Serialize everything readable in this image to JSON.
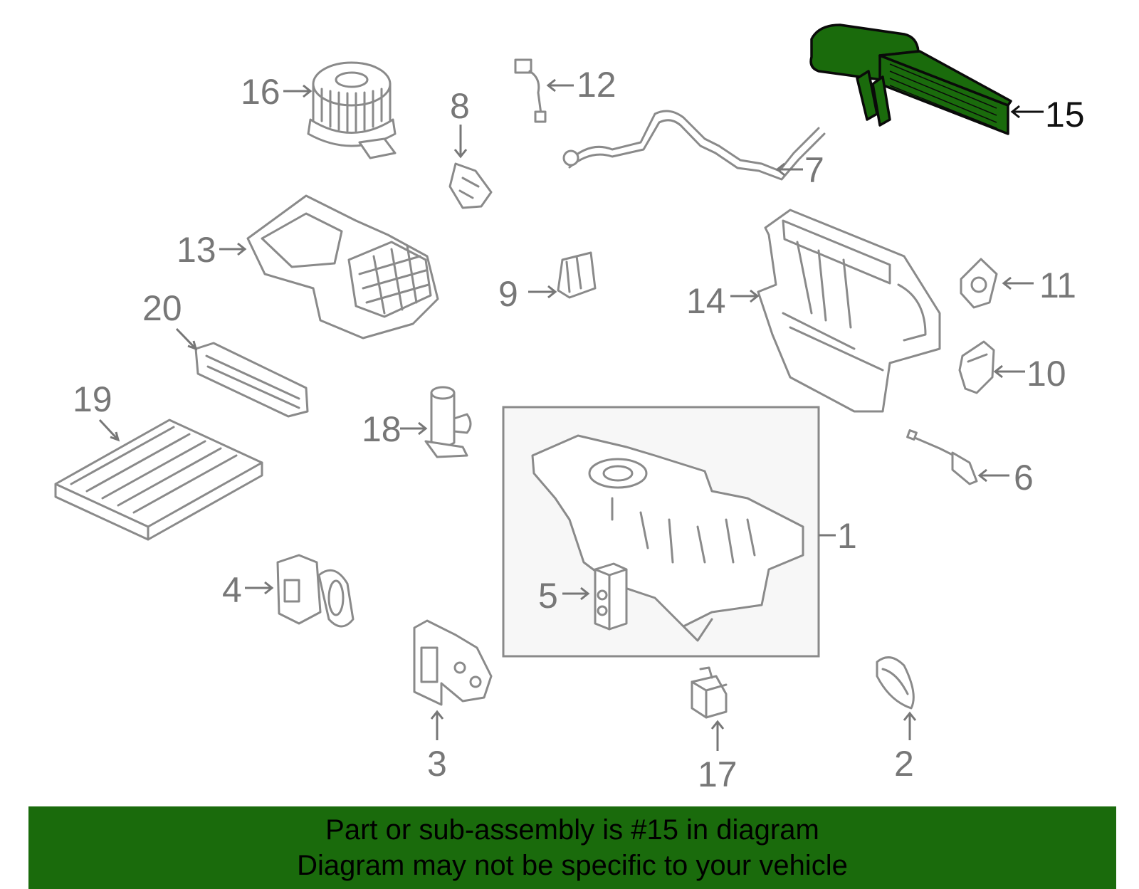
{
  "labels": {
    "p1": "1",
    "p2": "2",
    "p3": "3",
    "p4": "4",
    "p5": "5",
    "p6": "6",
    "p7": "7",
    "p8": "8",
    "p9": "9",
    "p10": "10",
    "p11": "11",
    "p12": "12",
    "p13": "13",
    "p14": "14",
    "p15": "15",
    "p16": "16",
    "p17": "17",
    "p18": "18",
    "p19": "19",
    "p20": "20"
  },
  "highlight_part": "15",
  "colors": {
    "highlight": "#1a6b0c",
    "part_line": "#8a8a8a",
    "label": "#777777"
  },
  "banner": {
    "line1": "Part or sub-assembly is #15 in diagram",
    "line2": "Diagram may not be specific to your vehicle"
  }
}
